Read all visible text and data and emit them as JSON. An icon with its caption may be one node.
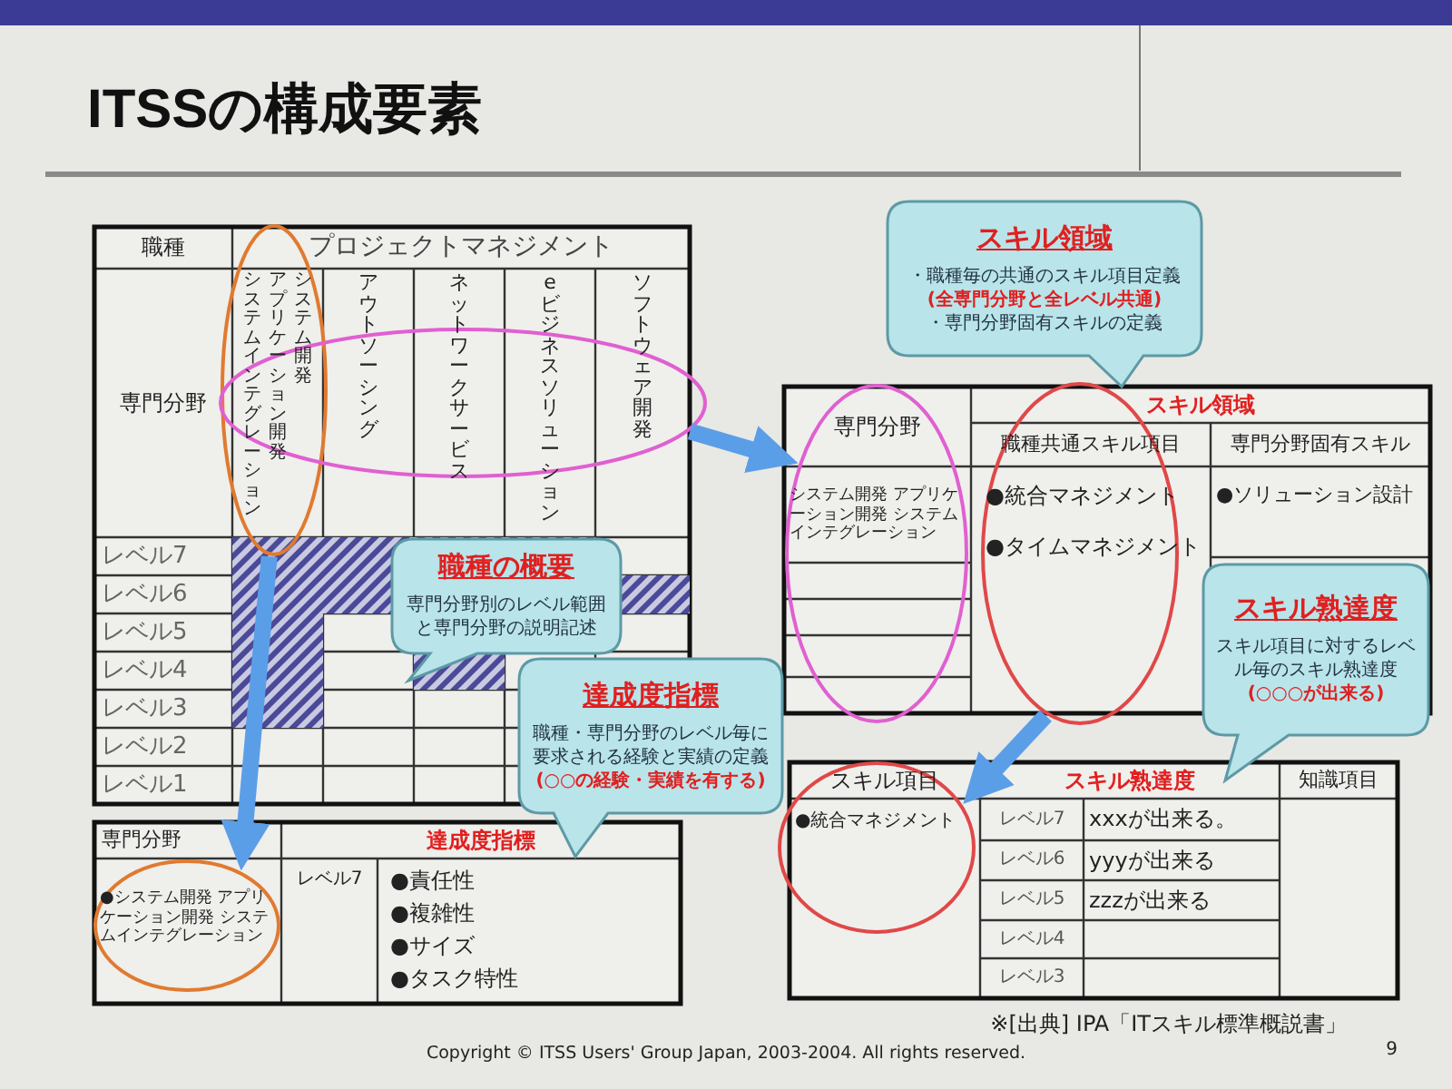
{
  "diagram": {
    "title": "ITSSの構成要素",
    "nodes": [
      {
        "text": [
          "スキル領域",
          "・職種毎の共通のスキル項目定義",
          "(全専門分野と全レベル共通)",
          "・専門分野固有スキルの定義"
        ]
      },
      {
        "text": [],
        "shape": "ellipse"
      },
      {
        "text": [],
        "shape": "ellipse"
      },
      {
        "text": [],
        "shape": "ellipse"
      },
      {
        "text": [],
        "shape": "ellipse"
      },
      {
        "text": [
          "職種の概要",
          "専門分野別のレベル範囲と専門分野の説明記述"
        ]
      },
      {
        "text": [
          "スキル熟達度",
          "スキル項目に対するレベル毎のスキル熟達度",
          "(○○○が出来る)"
        ]
      },
      {
        "text": [
          "達成度指標",
          "職種・専門分野のレベル毎に要求される経験と実績の定義",
          "(○○の経験・実績を有する)"
        ]
      },
      {
        "text": [],
        "shape": "ellipse"
      },
      {
        "text": [],
        "shape": "ellipse"
      }
    ],
    "edges": [
      {
        "from": 2,
        "to": 3,
        "arrow": "to"
      },
      {
        "from": 1,
        "to": 9,
        "arrow": "to"
      },
      {
        "from": 4,
        "to": 8,
        "arrow": "to"
      }
    ],
    "labels": [
      "職種",
      "プロジェクトマネジメント",
      "専門分野",
      "システムインテグレーション",
      "アプリケーション開発",
      "システム開発",
      "アウトソーシング",
      "ネットワークサービス",
      "eビジネスソリューション",
      "ソフトウェア開発",
      "レベル7",
      "レベル6",
      "レベル5",
      "レベル4",
      "レベル3",
      "レベル2",
      "レベル1",
      "専門分野",
      "スキル領域",
      "職種共通スキル項目",
      "専門分野固有スキル",
      "システム開発 アプリケーション開発 システムインテグレーション",
      "●統合マネジメント",
      "●タイムマネジメント",
      "●ソリューション設計",
      "専門分野",
      "達成度指標",
      "●システム開発 アプリケーション開発 システムインテグレーション",
      "レベル7",
      "●責任性",
      "●複雑性",
      "●サイズ",
      "●タスク特性",
      "スキル項目",
      "スキル熟達度",
      "知識項目",
      "●統合マネジメント",
      "レベル7",
      "xxxが出来る。",
      "レベル6",
      "yyyが出来る",
      "レベル5",
      "zzzが出来る",
      "レベル4",
      "レベル3",
      "※[出典] IPA「ITスキル標準概説書」",
      "Copyright © ITSS Users' Group Japan, 2003-2004. All rights reserved.",
      "9"
    ]
  }
}
